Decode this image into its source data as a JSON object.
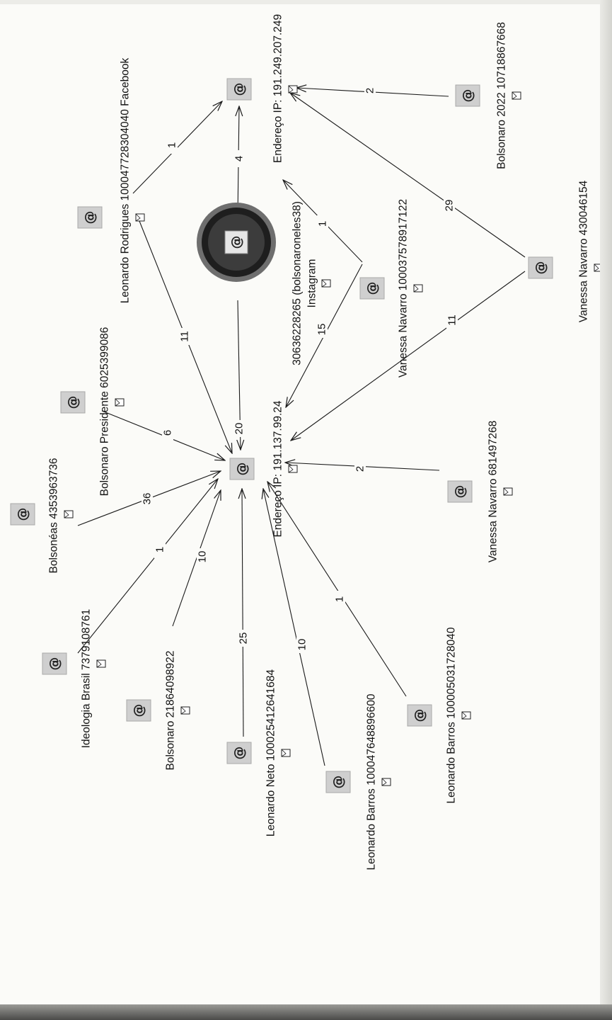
{
  "graph": {
    "nodes": [
      {
        "id": "ip1",
        "label": "Endereço IP: 191.137.99.24"
      },
      {
        "id": "ip2",
        "label": "Endereço IP: 191.249.207.249"
      },
      {
        "id": "insta",
        "label": "30636228265 (bolsonaroneles38)",
        "sublabel": "Instagram"
      },
      {
        "id": "lrod",
        "label": "Leonardo Rodrigues 100047728304040 Facebook"
      },
      {
        "id": "bpres",
        "label": "Bolsonaro Presidente 6025399086"
      },
      {
        "id": "bolsoneas",
        "label": "Bolsonéas 4353963736"
      },
      {
        "id": "ideol",
        "label": "Ideologia Brasil 7379108761"
      },
      {
        "id": "b218",
        "label": "Bolsonaro 21864098922"
      },
      {
        "id": "lneto",
        "label": "Leonardo Neto 100025412641684"
      },
      {
        "id": "lb1000476",
        "label": "Leonardo Barros 100047648896600"
      },
      {
        "id": "lb1000050",
        "label": "Leonardo Barros 100005031728040"
      },
      {
        "id": "vn681",
        "label": "Vanessa Navarro 681497268"
      },
      {
        "id": "vn1000375",
        "label": "Vanessa Navarro 100037578917122"
      },
      {
        "id": "vn430",
        "label": "Vanessa Navarro 430046154"
      },
      {
        "id": "b2022",
        "label": "Bolsonaro 2022 10718867668"
      }
    ],
    "edges": [
      {
        "from": "bolsoneas",
        "to": "ip1",
        "weight": "36"
      },
      {
        "from": "ideol",
        "to": "ip1",
        "weight": "1"
      },
      {
        "from": "b218",
        "to": "ip1",
        "weight": "10"
      },
      {
        "from": "lneto",
        "to": "ip1",
        "weight": "25"
      },
      {
        "from": "lb1000476",
        "to": "ip1",
        "weight": "10"
      },
      {
        "from": "lb1000050",
        "to": "ip1",
        "weight": "1"
      },
      {
        "from": "vn681",
        "to": "ip1",
        "weight": "2"
      },
      {
        "from": "vn430",
        "to": "ip1",
        "weight": "11"
      },
      {
        "from": "vn1000375",
        "to": "ip1",
        "weight": "15"
      },
      {
        "from": "insta",
        "to": "ip1",
        "weight": "20"
      },
      {
        "from": "lrod",
        "to": "ip1",
        "weight": "11"
      },
      {
        "from": "bpres",
        "to": "ip1",
        "weight": "6"
      },
      {
        "from": "lrod",
        "to": "ip2",
        "weight": "1"
      },
      {
        "from": "insta",
        "to": "ip2",
        "weight": "4"
      },
      {
        "from": "vn1000375",
        "to": "ip2",
        "weight": "1"
      },
      {
        "from": "vn430",
        "to": "ip2",
        "weight": "29"
      },
      {
        "from": "b2022",
        "to": "ip2",
        "weight": "2"
      }
    ]
  },
  "icons": {
    "node": "at-sign-icon",
    "badge": "envelope-icon"
  }
}
